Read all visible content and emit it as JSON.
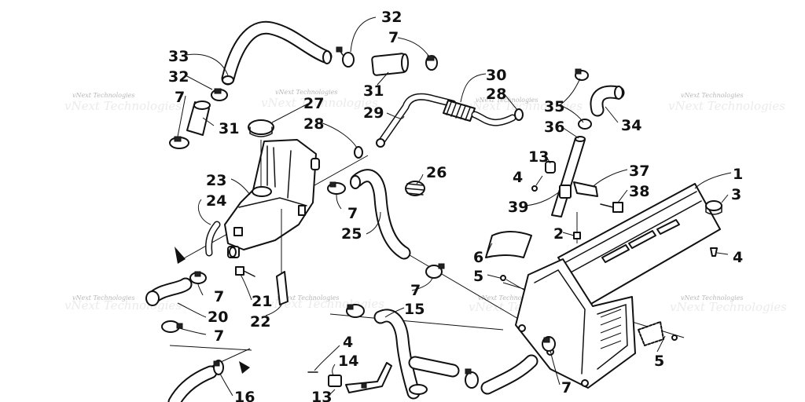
{
  "diagram": {
    "type": "exploded-parts-diagram",
    "subject": "cooling system",
    "watermark_text": "vNext Technologies",
    "icons": [
      "direction-arrow-icon",
      "direction-arrow-icon"
    ],
    "callouts": [
      {
        "id": "c33",
        "label": "33"
      },
      {
        "id": "c32a",
        "label": "32"
      },
      {
        "id": "c7a",
        "label": "7"
      },
      {
        "id": "c31a",
        "label": "31"
      },
      {
        "id": "c32b",
        "label": "32"
      },
      {
        "id": "c7b",
        "label": "7"
      },
      {
        "id": "c31b",
        "label": "31"
      },
      {
        "id": "c27",
        "label": "27"
      },
      {
        "id": "c28a",
        "label": "28"
      },
      {
        "id": "c29",
        "label": "29"
      },
      {
        "id": "c30",
        "label": "30"
      },
      {
        "id": "c28b",
        "label": "28"
      },
      {
        "id": "c35",
        "label": "35"
      },
      {
        "id": "c34",
        "label": "34"
      },
      {
        "id": "c36",
        "label": "36"
      },
      {
        "id": "c13a",
        "label": "13"
      },
      {
        "id": "c4a",
        "label": "4"
      },
      {
        "id": "c37",
        "label": "37"
      },
      {
        "id": "c38",
        "label": "38"
      },
      {
        "id": "c39",
        "label": "39"
      },
      {
        "id": "c1",
        "label": "1"
      },
      {
        "id": "c3",
        "label": "3"
      },
      {
        "id": "c4b",
        "label": "4"
      },
      {
        "id": "c2",
        "label": "2"
      },
      {
        "id": "c23",
        "label": "23"
      },
      {
        "id": "c24",
        "label": "24"
      },
      {
        "id": "c26",
        "label": "26"
      },
      {
        "id": "c7c",
        "label": "7"
      },
      {
        "id": "c25",
        "label": "25"
      },
      {
        "id": "c6",
        "label": "6"
      },
      {
        "id": "c5a",
        "label": "5"
      },
      {
        "id": "c7d",
        "label": "7"
      },
      {
        "id": "c21",
        "label": "21"
      },
      {
        "id": "c20",
        "label": "20"
      },
      {
        "id": "c22",
        "label": "22"
      },
      {
        "id": "c7e",
        "label": "7"
      },
      {
        "id": "c7f",
        "label": "7"
      },
      {
        "id": "c15",
        "label": "15"
      },
      {
        "id": "c4c",
        "label": "4"
      },
      {
        "id": "c14",
        "label": "14"
      },
      {
        "id": "c16",
        "label": "16"
      },
      {
        "id": "c13b",
        "label": "13"
      },
      {
        "id": "c7g",
        "label": "7"
      },
      {
        "id": "c5b",
        "label": "5"
      }
    ]
  }
}
